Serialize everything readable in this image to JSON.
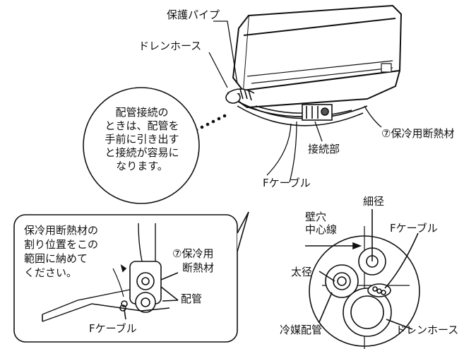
{
  "unit_labels": {
    "protection_pipe": "保護パイプ",
    "drain_hose": "ドレンホース",
    "insulation": "⑦保冷用断熱材",
    "connection": "接続部",
    "f_cable": "Fケーブル"
  },
  "bubble_text": [
    "配管接続の",
    "ときは、配管を",
    "手前に引き出す",
    "と接続が容易に",
    "なります。"
  ],
  "inset": {
    "instruction": "保冷用断熱材の\n割り位置をこの\n範囲に納めて\nください。",
    "insulation_line1": "⑦保冷用",
    "insulation_line2": "断熱材",
    "piping": "配管",
    "f_cable": "Fケーブル"
  },
  "section": {
    "wall_hole_line1": "壁穴",
    "wall_hole_line2": "中心線",
    "thin": "細径",
    "f_cable": "Fケーブル",
    "thick": "太径",
    "refrigerant_piping": "冷媒配管",
    "drain_hose": "ドレンホース"
  }
}
